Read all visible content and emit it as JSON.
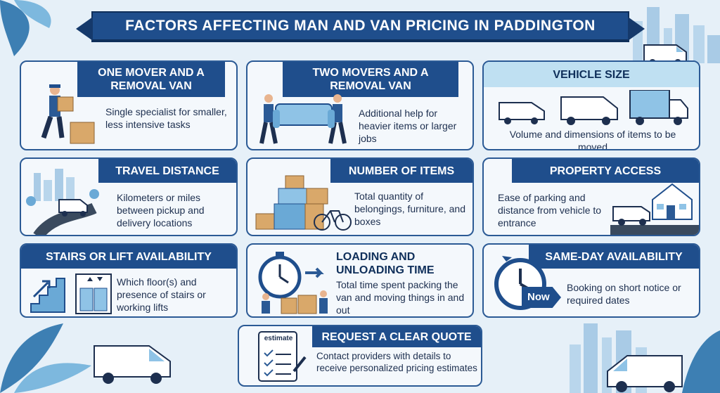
{
  "title": "FACTORS AFFECTING MAN AND VAN PRICING IN PADDINGTON",
  "cards": [
    {
      "title": "ONE MOVER AND A REMOVAL VAN",
      "text": "Single specialist for smaller, less intensive tasks",
      "icon": "mover-with-boxes-icon"
    },
    {
      "title": "TWO MOVERS AND A REMOVAL VAN",
      "text": "Additional help for heavier items or larger jobs",
      "icon": "two-movers-sofa-icon"
    },
    {
      "title": "VEHICLE SIZE",
      "text": "Volume and dimensions of items to be moved",
      "icon": "vans-icon"
    },
    {
      "title": "TRAVEL DISTANCE",
      "text": "Kilometers or miles between pickup and delivery locations",
      "icon": "city-road-van-icon"
    },
    {
      "title": "NUMBER OF ITEMS",
      "text": "Total quantity of belongings, furniture, and boxes",
      "icon": "stacked-items-icon"
    },
    {
      "title": "PROPERTY ACCESS",
      "text": "Ease of parking and distance from vehicle to entrance",
      "icon": "house-van-icon"
    },
    {
      "title": "STAIRS OR LIFT AVAILABILITY",
      "text": "Which floor(s) and presence of stairs or working lifts",
      "icon": "stairs-lift-icon"
    },
    {
      "title": "LOADING AND UNLOADING TIME",
      "text": "Total time spent packing the van and moving things in and out",
      "icon": "stopwatch-loading-icon"
    },
    {
      "title": "SAME-DAY AVAILABILITY",
      "text": "Booking on short notice or required dates",
      "icon": "clock-now-icon",
      "badge": "Now"
    },
    {
      "title": "REQUEST A CLEAR QUOTE",
      "text": "Contact providers with details to receive personalized pricing estimates",
      "icon": "estimate-clipboard-icon",
      "badge": "estimate"
    }
  ],
  "colors": {
    "primary": "#1f4e8c",
    "light": "#bfe0f2",
    "background": "#e6f0f8"
  }
}
